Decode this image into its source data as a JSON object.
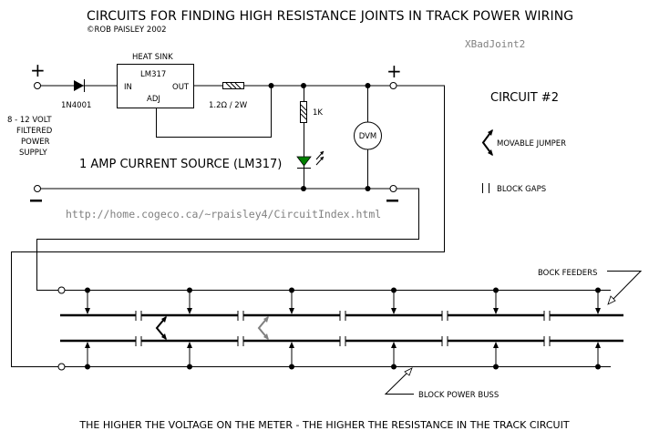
{
  "title": "CIRCUITS FOR FINDING HIGH RESISTANCE JOINTS IN TRACK POWER WIRING",
  "copyright": "©ROB PAISLEY 2002",
  "reference": "XBadJoint2",
  "circuit_label": "CIRCUIT #2",
  "url": "http://home.cogeco.ca/~rpaisley4/CircuitIndex.html",
  "power_supply": {
    "plus": "+",
    "minus": "−",
    "lines": [
      "8 - 12 VOLT",
      "FILTERED",
      "POWER",
      "SUPPLY"
    ]
  },
  "components": {
    "diode": "1N4001",
    "heat_sink": "HEAT SINK",
    "regulator": "LM317",
    "pin_in": "IN",
    "pin_out": "OUT",
    "pin_adj": "ADJ",
    "sense_resistor": "1.2Ω / 2W",
    "led_resistor": "1K",
    "meter": "DVM",
    "output_plus": "+",
    "output_minus": "−"
  },
  "current_source_label": "1 AMP CURRENT SOURCE (LM317)",
  "legend": {
    "jumper": "MOVABLE JUMPER",
    "gaps": "BLOCK GAPS",
    "gaps_symbol": "||"
  },
  "callouts": {
    "feeders": "BOCK FEEDERS",
    "buss": "BLOCK POWER BUSS"
  },
  "footer": "THE HIGHER THE VOLTAGE ON THE METER - THE HIGHER THE RESISTANCE IN THE TRACK CIRCUIT",
  "colors": {
    "led": "#008000",
    "inactive_jumper": "#808080",
    "url_text": "#808080"
  },
  "track": {
    "blocks": 6,
    "active_jumper_block": 1,
    "inactive_jumper_block": 2
  }
}
